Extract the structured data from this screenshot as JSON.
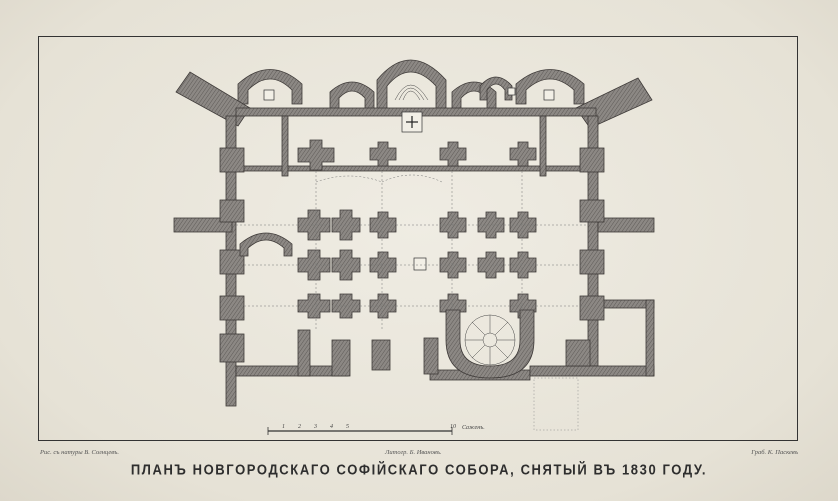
{
  "document": {
    "title": "ПЛАНЪ НОВГОРОДСКАГО СОФІЙСКАГО СОБОРА, СНЯТЫЙ ВЪ 1830 ГОДУ.",
    "credit_left": "Рис. съ натуры В. Солнцевъ.",
    "credit_center": "Литогр. Б. Ивановъ.",
    "credit_right": "Граб. К. Паскевъ"
  },
  "scale_bar": {
    "numbers": [
      "1",
      "2",
      "3",
      "4",
      "5",
      "10"
    ],
    "unit": "Саженъ."
  },
  "colors": {
    "paper": "#e9e6dc",
    "ink": "#333333",
    "wall_fill": "#7e7a76"
  }
}
